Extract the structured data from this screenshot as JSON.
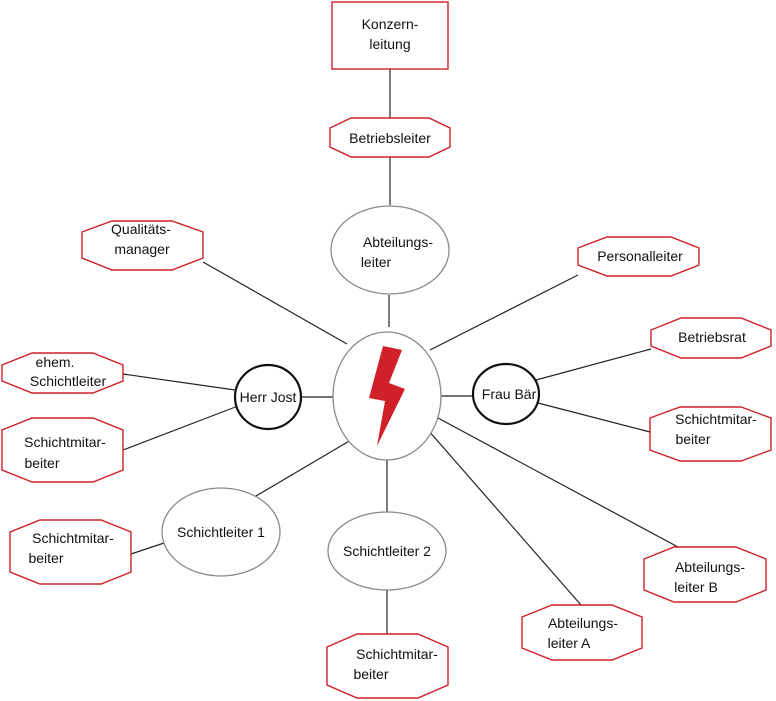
{
  "colors": {
    "accent_red": "#d0202a",
    "ellipse_grey": "#8a8a8a",
    "line": "#222222"
  },
  "center": {
    "icon": "lightning-bolt-icon"
  },
  "nodes": {
    "konzernleitung": {
      "line1": "Konzern-",
      "line2": "leitung"
    },
    "betriebsleiter": {
      "line1": "Betriebsleiter"
    },
    "abteilungsleiter": {
      "line1": "Abteilungs-",
      "line2": "leiter"
    },
    "qualitaetsmanager": {
      "line1": "Qualitäts-",
      "line2": "manager"
    },
    "personalleiter": {
      "line1": "Personalleiter"
    },
    "ehem_schichtleiter": {
      "line1": "ehem.",
      "line2": "Schichtleiter"
    },
    "herr_jost": {
      "line1": "Herr Jost"
    },
    "frau_baer": {
      "line1": "Frau Bär"
    },
    "betriebsrat": {
      "line1": "Betriebsrat"
    },
    "schichtmitarbeiter_left": {
      "line1": "Schichtmitar-",
      "line2": "beiter"
    },
    "schichtmitarbeiter_right": {
      "line1": "Schichtmitar-",
      "line2": "beiter"
    },
    "schichtleiter1": {
      "line1": "Schichtleiter 1"
    },
    "schichtmitarbeiter_sl1": {
      "line1": "Schichtmitar-",
      "line2": "beiter"
    },
    "schichtleiter2": {
      "line1": "Schichtleiter 2"
    },
    "schichtmitarbeiter_sl2": {
      "line1": "Schichtmitar-",
      "line2": "beiter"
    },
    "abteilungsleiter_a": {
      "line1": "Abteilungs-",
      "line2": "leiter A"
    },
    "abteilungsleiter_b": {
      "line1": "Abteilungs-",
      "line2": "leiter B"
    }
  }
}
